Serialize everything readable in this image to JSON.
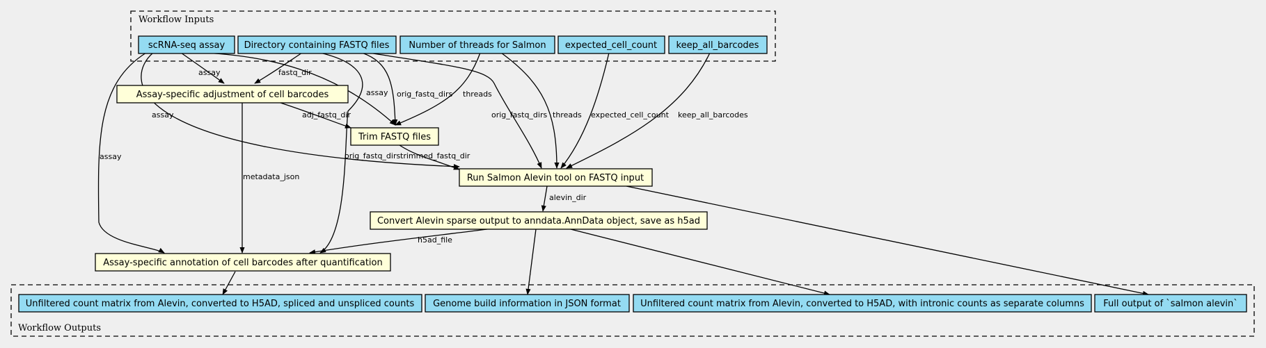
{
  "clusters": {
    "inputs": {
      "label": "Workflow Inputs"
    },
    "outputs": {
      "label": "Workflow Outputs"
    }
  },
  "inputs": {
    "assay": "scRNA-seq assay",
    "fastq_dir": "Directory containing FASTQ files",
    "threads": "Number of threads for Salmon",
    "expected_cell_count": "expected_cell_count",
    "keep_all_barcodes": "keep_all_barcodes"
  },
  "steps": {
    "adjust": "Assay-specific adjustment of cell barcodes",
    "trim": "Trim FASTQ files",
    "salmon": "Run Salmon Alevin tool on FASTQ input",
    "convert": "Convert Alevin sparse output to anndata.AnnData object, save as h5ad",
    "annotate": "Assay-specific annotation of cell barcodes after quantification"
  },
  "outputs": {
    "spliced": "Unfiltered count matrix from Alevin, converted to H5AD, spliced and unspliced counts",
    "genome": "Genome build information in JSON format",
    "intronic": "Unfiltered count matrix from Alevin, converted to H5AD, with intronic counts as separate columns",
    "full": "Full output of `salmon alevin`"
  },
  "edge_labels": {
    "assay_adjust": "assay",
    "fastq_adjust": "fastq_dir",
    "assay_trim": "assay",
    "orig_trim": "orig_fastq_dirs",
    "threads_trim": "threads",
    "adj_trim": "adj_fastq_dir",
    "assay_salmon": "assay",
    "orig_salmon": "orig_fastq_dirs",
    "threads_salmon": "threads",
    "expected_salmon": "expected_cell_count",
    "keep_salmon": "keep_all_barcodes",
    "trimmed_salmon": "trimmed_fastq_dir",
    "assay_annotate": "assay",
    "metadata_annotate": "metadata_json",
    "orig_annotate": "orig_fastq_dirs",
    "alevin_convert": "alevin_dir",
    "h5ad_annotate": "h5ad_file"
  }
}
